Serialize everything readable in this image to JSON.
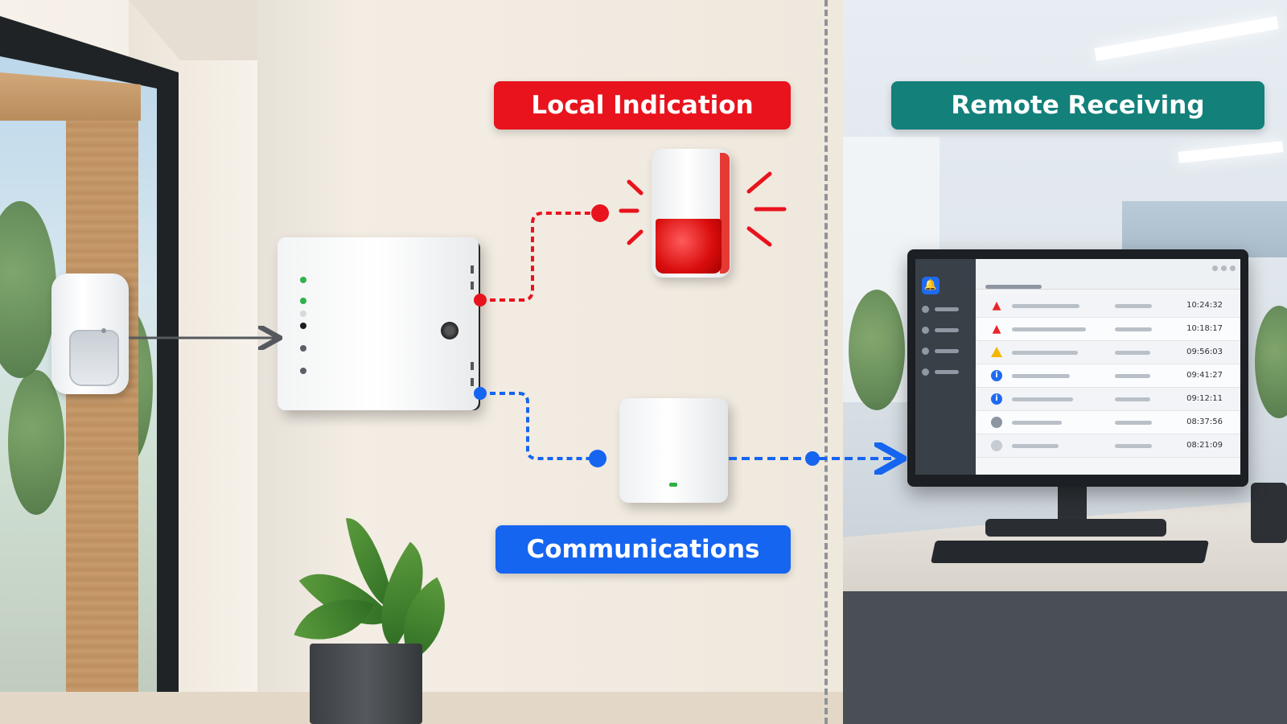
{
  "labels": {
    "local_indication": "Local Indication",
    "remote_receiving": "Remote Receiving",
    "communications": "Communications"
  },
  "colors": {
    "local": "#e8131d",
    "remote": "#13807a",
    "communications": "#1565f0"
  },
  "devices": {
    "motion_sensor": "motion-sensor",
    "control_panel": "alarm-control-panel",
    "siren": "strobe-siren",
    "communicator": "communicator-module",
    "monitor": "monitoring-station-monitor"
  },
  "monitoring_screen": {
    "events": [
      {
        "icon": "alarm-bell-icon",
        "time": "10:24:32"
      },
      {
        "icon": "alarm-bell-icon",
        "time": "10:18:17"
      },
      {
        "icon": "warning-icon",
        "time": "09:56:03"
      },
      {
        "icon": "info-icon",
        "time": "09:41:27"
      },
      {
        "icon": "info-icon",
        "time": "09:12:11"
      },
      {
        "icon": "status-icon",
        "time": "08:37:56"
      },
      {
        "icon": "status-icon",
        "time": "08:21:09"
      }
    ]
  }
}
